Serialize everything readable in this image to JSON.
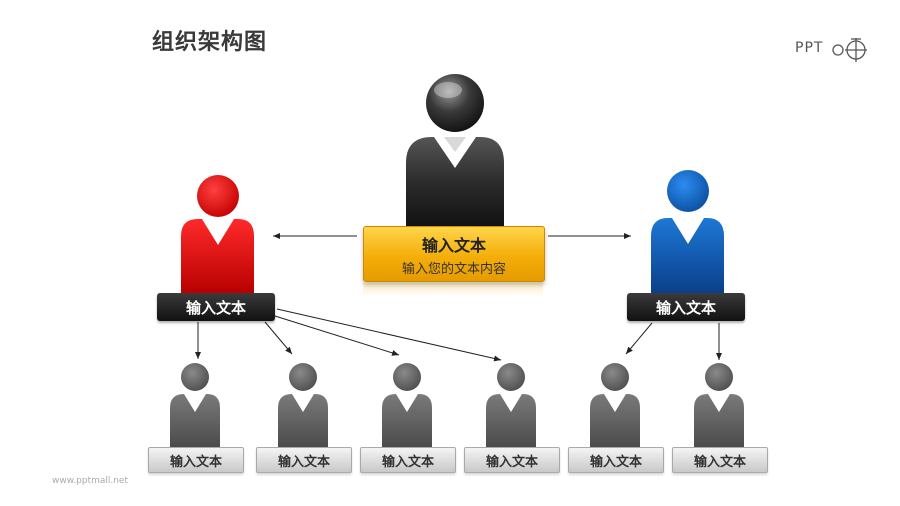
{
  "title": "组织架构图",
  "logo": {
    "text": "PPT"
  },
  "footer": {
    "site": "www.pptmall.net"
  },
  "top": {
    "title": "输入文本",
    "subtitle": "输入您的文本内容"
  },
  "left_manager": {
    "label": "输入文本",
    "color": "#d90000"
  },
  "right_manager": {
    "label": "输入文本",
    "color": "#0b5cb8"
  },
  "staff": [
    {
      "label": "输入文本"
    },
    {
      "label": "输入文本"
    },
    {
      "label": "输入文本"
    },
    {
      "label": "输入文本"
    },
    {
      "label": "输入文本"
    },
    {
      "label": "输入文本"
    }
  ],
  "colors": {
    "ceo": "#2b2b2b",
    "staff": "#595959",
    "box": "#f4ae0a"
  }
}
